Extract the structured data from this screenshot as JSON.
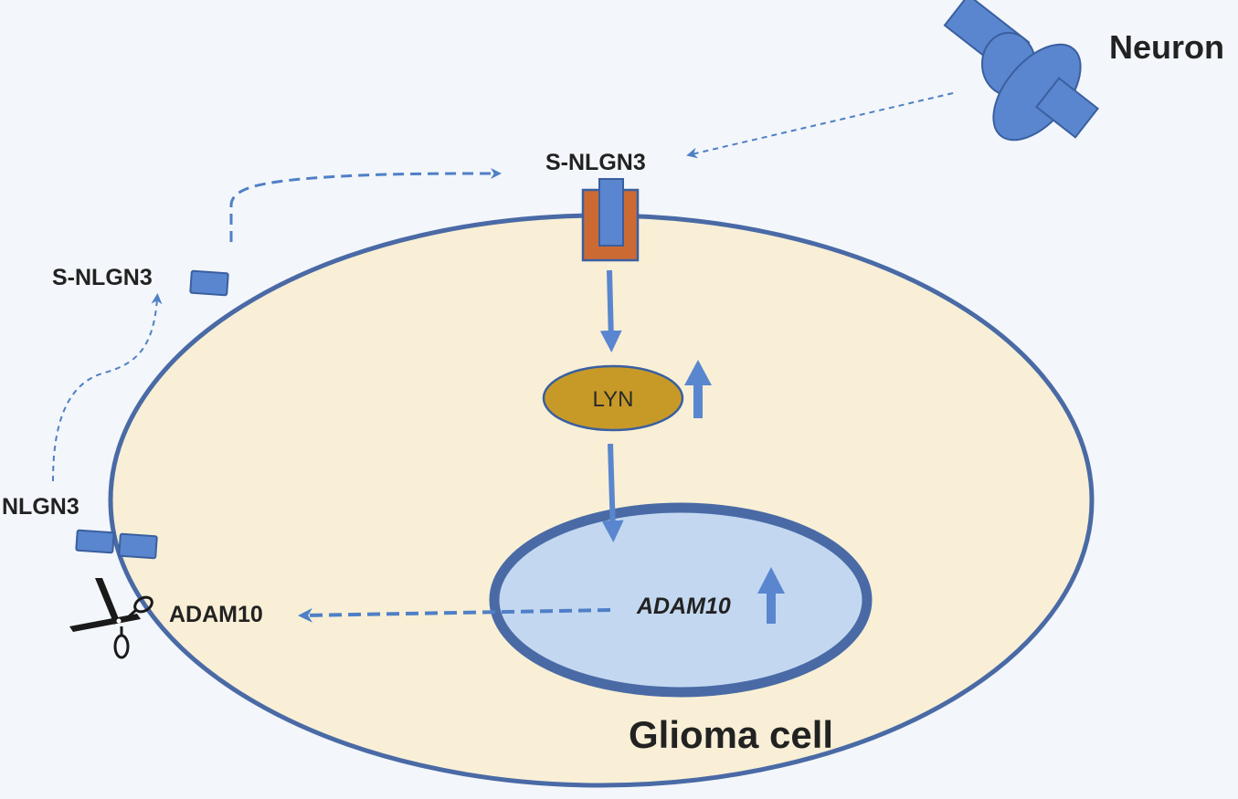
{
  "labels": {
    "neuron": "Neuron",
    "s_nlgn3_receptor": "S-NLGN3",
    "s_nlgn3_released": "S-NLGN3",
    "nlgn3": "NLGN3",
    "adam10_protein": "ADAM10",
    "adam10_gene": "ADAM10",
    "lyn": "LYN",
    "glioma_cell": "Glioma cell"
  },
  "colors": {
    "background": "#f3f6fa",
    "cell_fill": "#f8efd6",
    "cell_border": "#4a6aa6",
    "nucleus_fill": "#c3d8f0",
    "nucleus_border": "#4a6aa6",
    "protein_blue": "#5a86cf",
    "protein_border": "#3a5f9f",
    "receptor_orange": "#cc6a34",
    "lyn_fill": "#c79a28",
    "arrow_blue": "#5a86cf",
    "dashed_blue": "#4f7fc6",
    "scissors": "#1a1a1a"
  },
  "icons": [
    "neuron-synapse-icon",
    "receptor-icon",
    "scissors-icon",
    "upregulation-arrow-icon"
  ]
}
